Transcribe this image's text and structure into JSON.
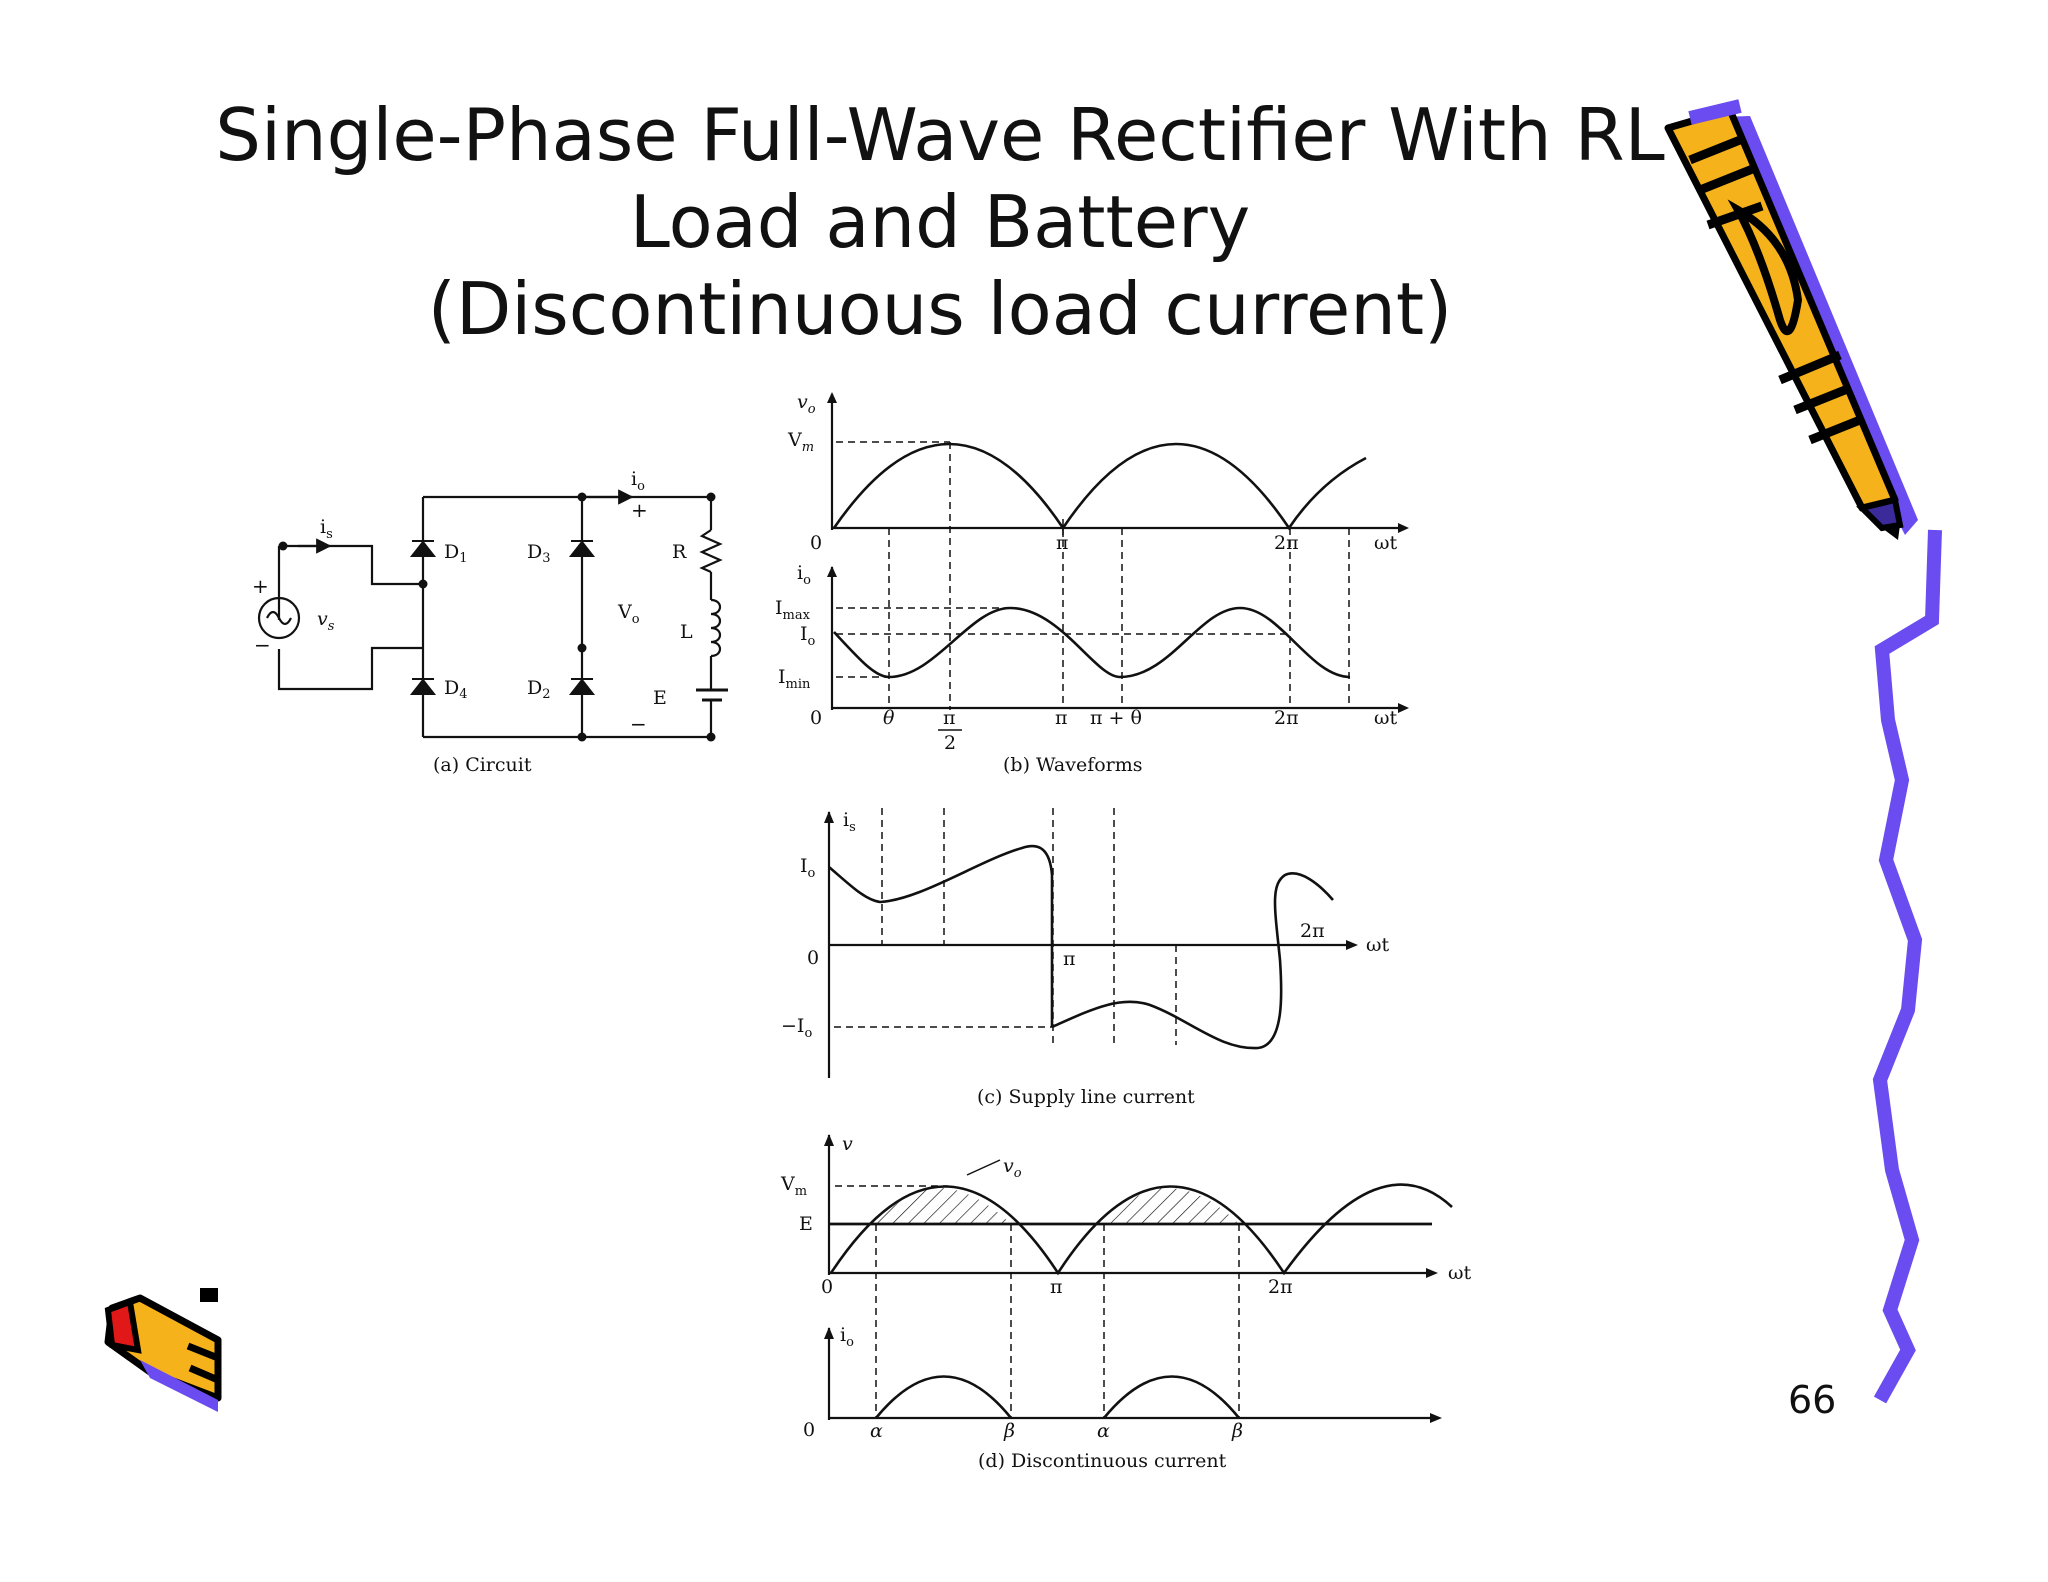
{
  "slide": {
    "title_lines": [
      "Single-Phase Full-Wave Rectifier With RL",
      "Load and Battery",
      "(Discontinuous load current)"
    ],
    "page_number": "66"
  },
  "circuit": {
    "caption": "(a) Circuit",
    "labels": {
      "is": "i",
      "is_sub": "s",
      "io": "i",
      "io_sub": "o",
      "vs": "v",
      "vs_sub": "s",
      "vo": "V",
      "vo_sub": "o",
      "d1": "D",
      "d1_sub": "1",
      "d2": "D",
      "d2_sub": "2",
      "d3": "D",
      "d3_sub": "3",
      "d4": "D",
      "d4_sub": "4",
      "r": "R",
      "l": "L",
      "e": "E",
      "plus": "+",
      "minus": "−"
    }
  },
  "waveforms_b": {
    "caption": "(b) Waveforms",
    "vo_axis": "v",
    "vo_axis_sub": "o",
    "vm": "V",
    "vm_sub": "m",
    "zero": "0",
    "pi": "π",
    "two_pi": "2π",
    "wt": "ωt",
    "io_axis": "i",
    "io_axis_sub": "o",
    "imax": "I",
    "imax_sub": "max",
    "io_avg": "I",
    "io_avg_sub": "o",
    "imin": "I",
    "imin_sub": "min",
    "theta": "θ",
    "pi_over_two_num": "π",
    "pi_over_two_den": "2",
    "pi_plus_theta": "π + θ"
  },
  "waveforms_c": {
    "caption": "(c) Supply line current",
    "is_axis": "i",
    "is_axis_sub": "s",
    "io_pos": "I",
    "io_pos_sub": "o",
    "zero": "0",
    "io_neg": "−I",
    "io_neg_sub": "o",
    "pi": "π",
    "two_pi": "2π",
    "wt": "ωt"
  },
  "waveforms_d": {
    "caption": "(d) Discontinuous current",
    "v_axis": "v",
    "vo_label": "v",
    "vo_label_sub": "o",
    "vm": "V",
    "vm_sub": "m",
    "e": "E",
    "zero": "0",
    "pi": "π",
    "two_pi": "2π",
    "wt": "ωt",
    "io_axis": "i",
    "io_axis_sub": "o",
    "zero2": "0",
    "alpha": "α",
    "beta": "β"
  },
  "colors": {
    "pencil_body": "#f6b21a",
    "pencil_shadow": "#6a4cf0",
    "pencil_outline": "#000000",
    "eraser": "#e01818",
    "zigzag": "#6a4cf0"
  }
}
